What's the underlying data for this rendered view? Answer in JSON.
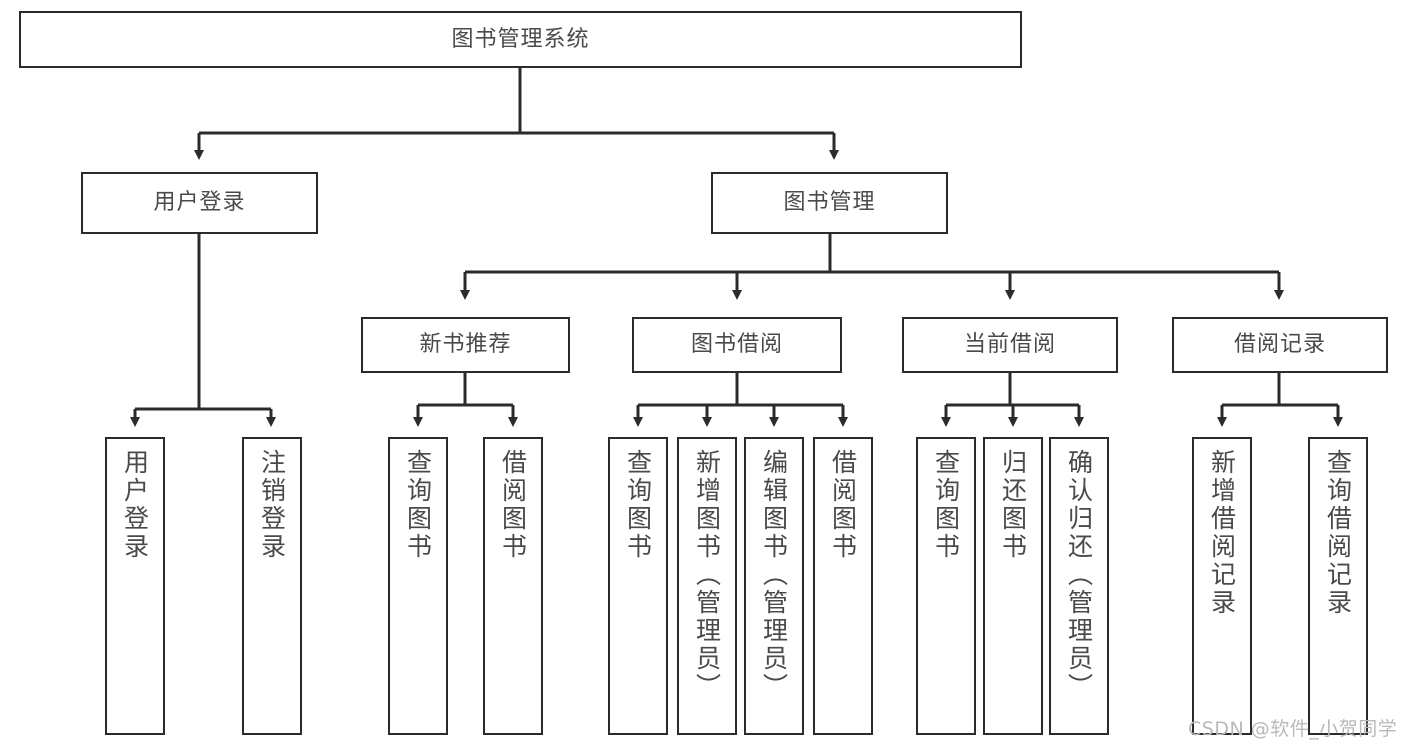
{
  "diagram": {
    "type": "tree-hierarchy",
    "title": "图书管理系统",
    "watermark": "CSDN @软件_小贺同学",
    "colors": {
      "node_border": "#2b2b2b",
      "node_fill": "#ffffff",
      "connector": "#2b2b2b",
      "text": "#4a4a4a",
      "watermark": "#b9b9b9",
      "background": "#ffffff"
    },
    "nodes": {
      "root": {
        "label": "图书管理系统"
      },
      "level2": [
        {
          "id": "user-login",
          "label": "用户登录"
        },
        {
          "id": "book-manage",
          "label": "图书管理"
        }
      ],
      "level3": [
        {
          "id": "new-book-recommend",
          "label": "新书推荐"
        },
        {
          "id": "book-borrow",
          "label": "图书借阅"
        },
        {
          "id": "current-borrow",
          "label": "当前借阅"
        },
        {
          "id": "borrow-record",
          "label": "借阅记录"
        }
      ],
      "leaves": {
        "user_login": [
          {
            "id": "leaf-user-login",
            "label": "用户登录"
          },
          {
            "id": "leaf-logout-login",
            "label": "注销登录"
          }
        ],
        "new_book_recommend": [
          {
            "id": "leaf-query-book-1",
            "label": "查询图书"
          },
          {
            "id": "leaf-borrow-book-1",
            "label": "借阅图书"
          }
        ],
        "book_borrow": [
          {
            "id": "leaf-query-book-2",
            "label": "查询图书"
          },
          {
            "id": "leaf-add-book",
            "label": "新增图书（管理员）"
          },
          {
            "id": "leaf-edit-book",
            "label": "编辑图书（管理员）"
          },
          {
            "id": "leaf-borrow-book-2",
            "label": "借阅图书"
          }
        ],
        "current_borrow": [
          {
            "id": "leaf-query-book-3",
            "label": "查询图书"
          },
          {
            "id": "leaf-return-book",
            "label": "归还图书"
          },
          {
            "id": "leaf-confirm-return",
            "label": "确认归还（管理员）"
          }
        ],
        "borrow_record": [
          {
            "id": "leaf-add-record",
            "label": "新增借阅记录"
          },
          {
            "id": "leaf-query-record",
            "label": "查询借阅记录"
          }
        ]
      }
    }
  }
}
